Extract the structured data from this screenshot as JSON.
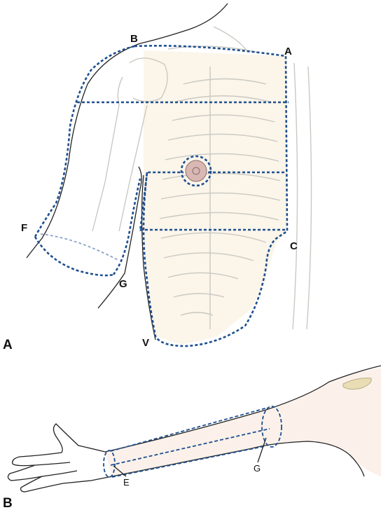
{
  "panels": {
    "a_label": "A",
    "b_label": "B"
  },
  "points": {
    "a": "A",
    "b": "B",
    "c": "C",
    "f": "F",
    "g": "G",
    "v": "V",
    "e_forearm": "E",
    "g_forearm": "G"
  },
  "colors": {
    "outline": "#1e4f8f",
    "skin": "#fbf3ec",
    "nipple": "#d9b7b2"
  }
}
